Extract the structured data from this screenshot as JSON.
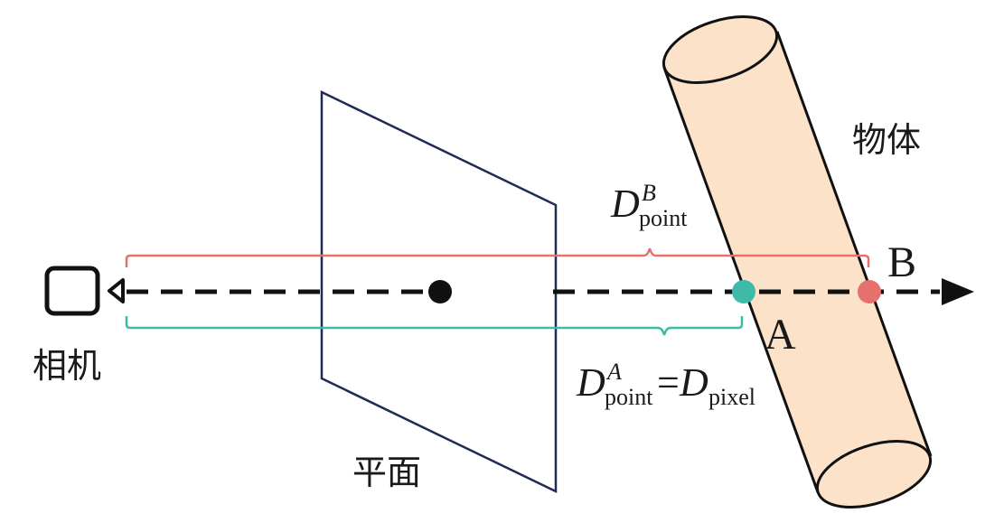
{
  "labels": {
    "camera": "相机",
    "plane": "平面",
    "object": "物体",
    "point_a": "A",
    "point_b": "B"
  },
  "formulas": {
    "d_point_b": {
      "main": "D",
      "sub": "point",
      "sup": "B"
    },
    "d_point_a": {
      "main": "D",
      "sub": "point",
      "sup": "A",
      "equals": "=",
      "rhs_main": "D",
      "rhs_sub": "pixel"
    }
  },
  "colors": {
    "point_a": "#3dbaa8",
    "point_b": "#e5706c",
    "brace_a": "#3dbaa8",
    "brace_b": "#e5706c",
    "object_fill": "#fbe2c8",
    "plane_stroke": "#1f2a55",
    "ray": "#111111"
  },
  "icons": {
    "camera": "camera-icon",
    "arrow": "arrow-right-icon"
  }
}
